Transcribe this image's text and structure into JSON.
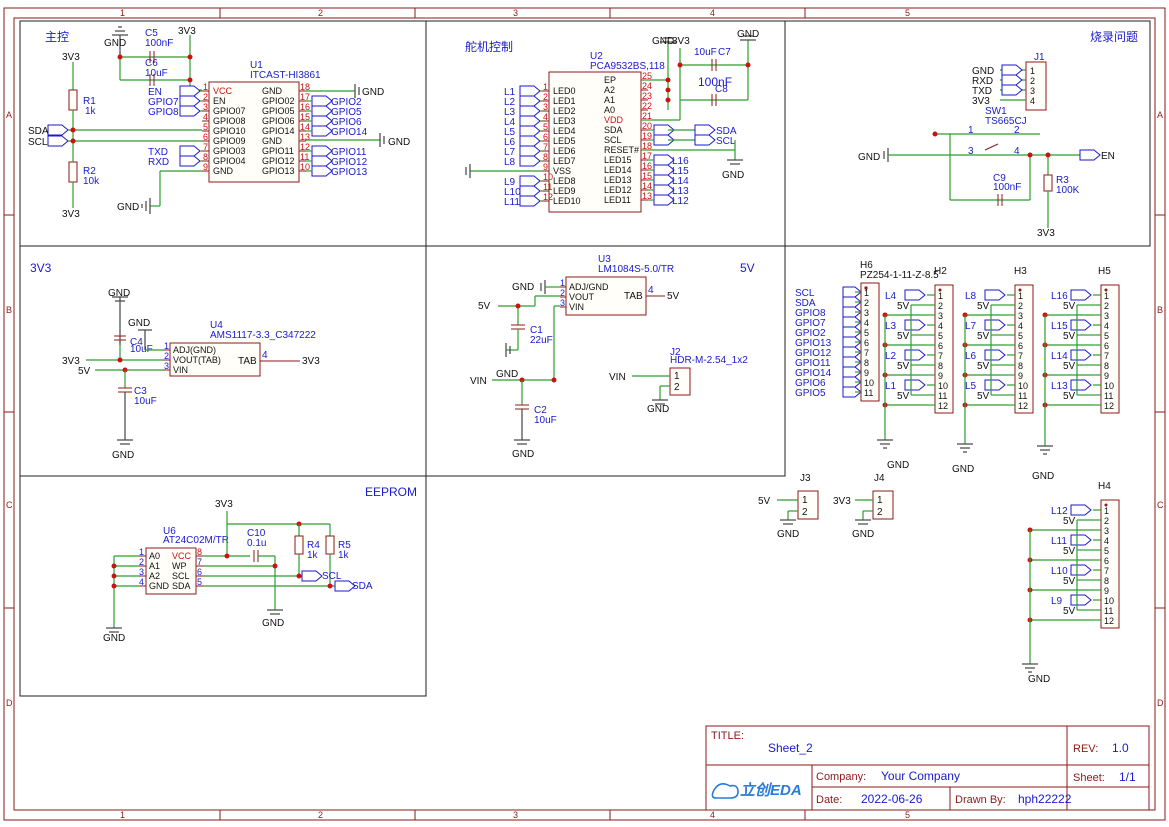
{
  "title_block": {
    "title_label": "TITLE:",
    "title": "Sheet_2",
    "rev_label": "REV:",
    "rev": "1.0",
    "company_label": "Company:",
    "company": "Your Company",
    "sheet_label": "Sheet:",
    "sheet": "1/1",
    "date_label": "Date:",
    "date": "2022-06-26",
    "drawn_label": "Drawn By:",
    "drawn": "hph22222",
    "logo": "立创EDA"
  },
  "frame": {
    "columns": [
      "1",
      "2",
      "3",
      "4",
      "5"
    ],
    "rows": [
      "A",
      "B",
      "C",
      "D"
    ]
  },
  "sections": {
    "main": "主控",
    "servo": "舵机控制",
    "flash": "烧录问题",
    "v33": "3V3",
    "v5": "5V",
    "eeprom": "EEPROM"
  },
  "u1": {
    "ref": "U1",
    "value": "ITCAST-HI3861",
    "left_pins": [
      {
        "num": "1",
        "name": "VCC"
      },
      {
        "num": "2",
        "name": "EN"
      },
      {
        "num": "3",
        "name": "GPIO07"
      },
      {
        "num": "4",
        "name": "GPIO08"
      },
      {
        "num": "5",
        "name": "GPIO10"
      },
      {
        "num": "6",
        "name": "GPIO09"
      },
      {
        "num": "7",
        "name": "GPIO03"
      },
      {
        "num": "8",
        "name": "GPIO04"
      },
      {
        "num": "9",
        "name": "GND"
      }
    ],
    "right_pins": [
      {
        "num": "18",
        "name": "GND"
      },
      {
        "num": "17",
        "name": "GPIO02"
      },
      {
        "num": "16",
        "name": "GPIO05"
      },
      {
        "num": "15",
        "name": "GPIO06"
      },
      {
        "num": "14",
        "name": "GPIO14"
      },
      {
        "num": "13",
        "name": "GND"
      },
      {
        "num": "12",
        "name": "GPIO11"
      },
      {
        "num": "11",
        "name": "GPIO12"
      },
      {
        "num": "10",
        "name": "GPIO13"
      }
    ],
    "left_nets": [
      "EN",
      "GPIO7",
      "GPIO8",
      "",
      "",
      "",
      "TXD",
      "RXD",
      ""
    ],
    "right_nets": [
      "GND",
      "GPIO2",
      "GPIO5",
      "GPIO6",
      "GPIO14",
      "GND",
      "GPIO11",
      "GPIO12",
      "GPIO13"
    ]
  },
  "main_misc": {
    "c5": "C5",
    "c5v": "100nF",
    "c6": "C6",
    "c6v": "10uF",
    "r1": "R1",
    "r1v": "1k",
    "r2": "R2",
    "r2v": "10k",
    "v33a": "3V3",
    "v33b": "3V3",
    "v33c": "3V3",
    "gnd1": "GND",
    "gnd2": "GND",
    "gnd3": "GND",
    "sda": "SDA",
    "scl": "SCL"
  },
  "u2": {
    "ref": "U2",
    "value": "PCA9532BS,118",
    "left_pins": [
      {
        "num": "1",
        "name": "LED0"
      },
      {
        "num": "2",
        "name": "LED1"
      },
      {
        "num": "3",
        "name": "LED2"
      },
      {
        "num": "4",
        "name": "LED3"
      },
      {
        "num": "5",
        "name": "LED4"
      },
      {
        "num": "6",
        "name": "LED5"
      },
      {
        "num": "7",
        "name": "LED6"
      },
      {
        "num": "8",
        "name": "LED7"
      },
      {
        "num": "9",
        "name": "VSS"
      },
      {
        "num": "10",
        "name": "LED8"
      },
      {
        "num": "11",
        "name": "LED9"
      },
      {
        "num": "12",
        "name": "LED10"
      }
    ],
    "left_nets": [
      "L1",
      "L2",
      "L3",
      "L4",
      "L5",
      "L6",
      "L7",
      "L8",
      "",
      "L9",
      "L10",
      "L11"
    ],
    "right_pins": [
      {
        "num": "25",
        "name": "EP"
      },
      {
        "num": "24",
        "name": "A2"
      },
      {
        "num": "23",
        "name": "A1"
      },
      {
        "num": "22",
        "name": "A0"
      },
      {
        "num": "21",
        "name": "VDD"
      },
      {
        "num": "20",
        "name": "SDA"
      },
      {
        "num": "19",
        "name": "SCL"
      },
      {
        "num": "18",
        "name": "RESET#"
      },
      {
        "num": "17",
        "name": "LED15"
      },
      {
        "num": "16",
        "name": "LED14"
      },
      {
        "num": "15",
        "name": "LED13"
      },
      {
        "num": "14",
        "name": "LED12"
      },
      {
        "num": "13",
        "name": "LED11"
      }
    ],
    "right_nets": [
      "",
      "",
      "",
      "",
      "",
      "SDA",
      "SCL",
      "",
      "L16",
      "L15",
      "L14",
      "L13",
      "L12"
    ]
  },
  "servo_misc": {
    "gnd_a": "GND",
    "v33": "3V3",
    "c7v": "10uF",
    "c7": "C7",
    "c8v": "100nF",
    "c8": "C8",
    "gnd_b": "GND",
    "gnd_c": "GND"
  },
  "flash_misc": {
    "j1": "J1",
    "j1_nets": [
      "GND",
      "RXD",
      "TXD",
      "3V3"
    ],
    "j1_pins": [
      "1",
      "2",
      "3",
      "4"
    ],
    "sw1": "SW1",
    "sw1v": "TS665CJ",
    "sw_pins": [
      "1",
      "2",
      "3",
      "4"
    ],
    "gnd": "GND",
    "en": "EN",
    "c9": "C9",
    "c9v": "100nF",
    "r3": "R3",
    "r3v": "100K",
    "v33": "3V3"
  },
  "u4": {
    "ref": "U4",
    "value": "AMS1117-3.3_C347222",
    "pins": [
      {
        "num": "1",
        "name": "ADJ(GND)"
      },
      {
        "num": "2",
        "name": "VOUT(TAB)"
      },
      {
        "num": "3",
        "name": "VIN"
      }
    ],
    "tab_num": "4",
    "tab": "TAB",
    "c4": "C4",
    "c4v": "10uF",
    "c3": "C3",
    "c3v": "10uF",
    "gnd_a": "GND",
    "gnd_b": "GND",
    "gnd_c": "GND",
    "v33_in": "3V3",
    "v5": "5V",
    "v33_out": "3V3"
  },
  "u3": {
    "ref": "U3",
    "value": "LM1084S-5.0/TR",
    "pins": [
      {
        "num": "1",
        "name": "ADJ/GND"
      },
      {
        "num": "2",
        "name": "VOUT"
      },
      {
        "num": "3",
        "name": "VIN"
      }
    ],
    "tab_num": "4",
    "tab": "TAB",
    "tab_net": "5V",
    "c1": "C1",
    "c1v": "22uF",
    "c2": "C2",
    "c2v": "10uF",
    "gnd_a": "GND",
    "gnd_b": "GND",
    "gnd_c": "GND",
    "v5": "5V",
    "vin": "VIN",
    "j2": "J2",
    "j2v": "HDR-M-2.54_1x2",
    "j2_net": "VIN",
    "j2_gnd": "GND",
    "j2_pins": [
      "1",
      "2"
    ]
  },
  "u6": {
    "ref": "U6",
    "value": "AT24C02M/TR",
    "left_pins": [
      {
        "num": "1",
        "name": "A0"
      },
      {
        "num": "2",
        "name": "A1"
      },
      {
        "num": "3",
        "name": "A2"
      },
      {
        "num": "4",
        "name": "GND"
      }
    ],
    "right_pins": [
      {
        "num": "8",
        "name": "VCC"
      },
      {
        "num": "7",
        "name": "WP"
      },
      {
        "num": "6",
        "name": "SCL"
      },
      {
        "num": "5",
        "name": "SDA"
      }
    ],
    "v33": "3V3",
    "c10": "C10",
    "c10v": "0.1u",
    "r4": "R4",
    "r4v": "1k",
    "r5": "R5",
    "r5v": "1k",
    "scl": "SCL",
    "sda": "SDA",
    "gnd_a": "GND",
    "gnd_b": "GND"
  },
  "headers": {
    "h6": {
      "ref": "H6",
      "value": "PZ254-1-11-Z-8.5",
      "nets": [
        "SCL",
        "SDA",
        "GPIO8",
        "GPIO7",
        "GPIO2",
        "GPIO13",
        "GPIO12",
        "GPIO11",
        "GPIO14",
        "GPIO6",
        "GPIO5"
      ],
      "pins": [
        "1",
        "2",
        "3",
        "4",
        "5",
        "6",
        "7",
        "8",
        "9",
        "10",
        "11"
      ]
    },
    "pins12": [
      "1",
      "2",
      "3",
      "4",
      "5",
      "6",
      "7",
      "8",
      "9",
      "10",
      "11",
      "12"
    ],
    "h2": {
      "ref": "H2",
      "labels": [
        "L4",
        "L3",
        "L2",
        "L1"
      ],
      "v": "5V",
      "gnd": "GND"
    },
    "h3": {
      "ref": "H3",
      "labels": [
        "L8",
        "L7",
        "L6",
        "L5"
      ],
      "v": "5V",
      "gnd": "GND"
    },
    "h5": {
      "ref": "H5",
      "labels": [
        "L16",
        "L15",
        "L14",
        "L13"
      ],
      "v": "5V",
      "gnd": "GND"
    },
    "h4": {
      "ref": "H4",
      "labels": [
        "L12",
        "L11",
        "L10",
        "L9"
      ],
      "v": "5V",
      "gnd": "GND"
    }
  },
  "j3": {
    "ref": "J3",
    "net": "5V",
    "gnd": "GND",
    "pins": [
      "1",
      "2"
    ]
  },
  "j4": {
    "ref": "J4",
    "net": "3V3",
    "gnd": "GND",
    "pins": [
      "1",
      "2"
    ]
  }
}
